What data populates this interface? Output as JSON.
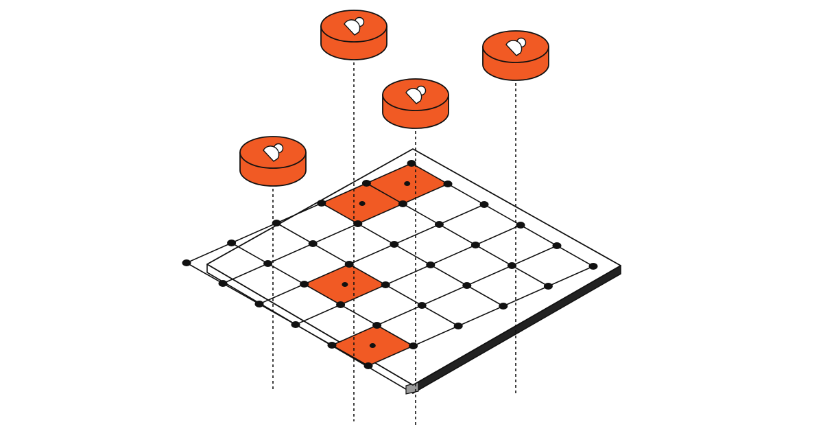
{
  "colors": {
    "background": "#ffffff",
    "accent": "#f15a24",
    "outline": "#111111",
    "board_top": "#ffffff",
    "board_edge_dark": "#222222",
    "board_edge_light": "#ffffff",
    "board_corner": "#9a9a9a"
  },
  "board": {
    "grid_size": 5,
    "highlighted_cells": [
      [
        0,
        0
      ],
      [
        1,
        0
      ],
      [
        3,
        2
      ],
      [
        4,
        4
      ]
    ]
  },
  "tokens": [
    {
      "icon": "user-icon",
      "target_cell": [
        0,
        0
      ]
    },
    {
      "icon": "user-icon",
      "target_cell": [
        1,
        0
      ]
    },
    {
      "icon": "user-icon",
      "target_cell": [
        3,
        2
      ]
    },
    {
      "icon": "user-icon",
      "target_cell": [
        4,
        4
      ]
    }
  ]
}
